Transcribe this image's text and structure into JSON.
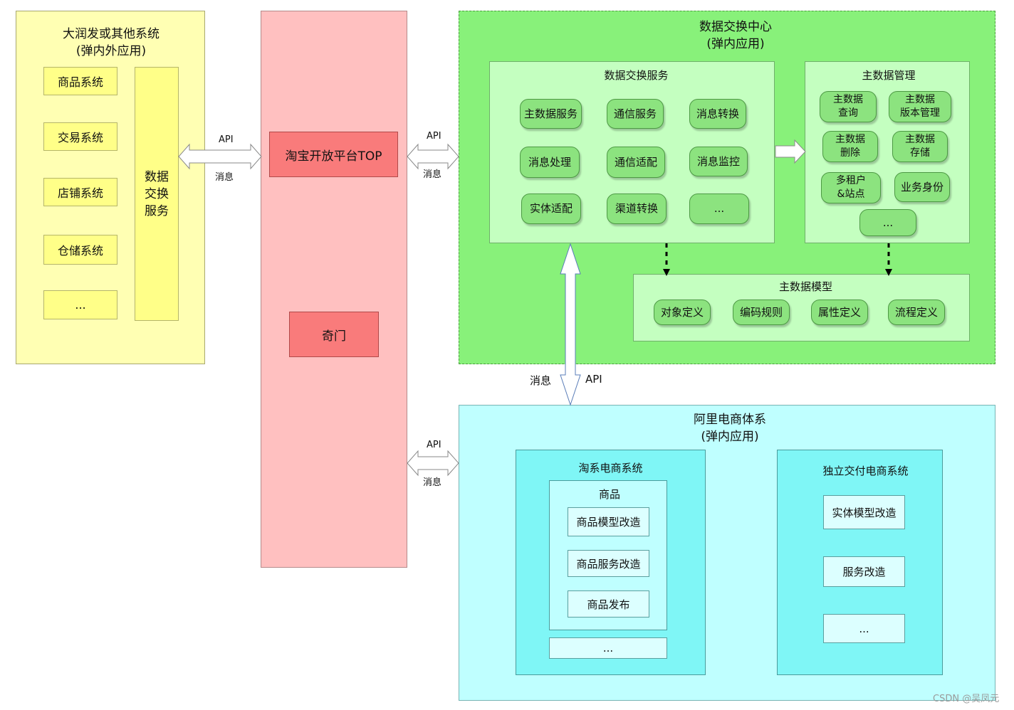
{
  "left": {
    "title_line1": "大润发或其他系统",
    "title_line2": "(弹内外应用)",
    "systems": [
      "商品系统",
      "交易系统",
      "店铺系统",
      "仓储系统",
      "..."
    ],
    "exchange_service": [
      "数据",
      "交换",
      "服务"
    ]
  },
  "top_platform": {
    "top_label": "淘宝开放平台TOP",
    "qimen_label": "奇门"
  },
  "connectors": {
    "api": "API",
    "message": "消息"
  },
  "exchange_center": {
    "title_line1": "数据交换中心",
    "title_line2": "(弹内应用)",
    "services": {
      "title": "数据交换服务",
      "items": [
        "主数据服务",
        "通信服务",
        "消息转换",
        "消息处理",
        "通信适配",
        "消息监控",
        "实体适配",
        "渠道转换",
        "..."
      ]
    },
    "master_mgmt": {
      "title": "主数据管理",
      "items": [
        [
          "主数据",
          "查询"
        ],
        [
          "主数据",
          "版本管理"
        ],
        [
          "主数据",
          "删除"
        ],
        [
          "主数据",
          "存储"
        ],
        [
          "多租户",
          "&站点"
        ],
        [
          "业务身份"
        ],
        [
          "..."
        ]
      ]
    },
    "master_model": {
      "title": "主数据模型",
      "items": [
        "对象定义",
        "编码规则",
        "属性定义",
        "流程定义"
      ]
    }
  },
  "alibaba": {
    "title_line1": "阿里电商体系",
    "title_line2": "(弹内应用)",
    "taoxi": {
      "title": "淘系电商系统",
      "goods_title": "商品",
      "goods_items": [
        "商品模型改造",
        "商品服务改造",
        "商品发布"
      ],
      "more": "..."
    },
    "independent": {
      "title": "独立交付电商系统",
      "items": [
        "实体模型改造",
        "服务改造",
        "..."
      ]
    }
  },
  "watermark": "CSDN @吴凤元",
  "colors": {
    "left_bg": "#ffffb3",
    "left_box": "#ffff88",
    "top_column": "#ffc0c0",
    "top_box": "#f97b7b",
    "center_bg": "#88f17a",
    "center_inner": "#c4ffc0",
    "pill": "#8ce37f",
    "alibaba_bg": "#bfffff",
    "alibaba_mid": "#7ff6f6"
  }
}
